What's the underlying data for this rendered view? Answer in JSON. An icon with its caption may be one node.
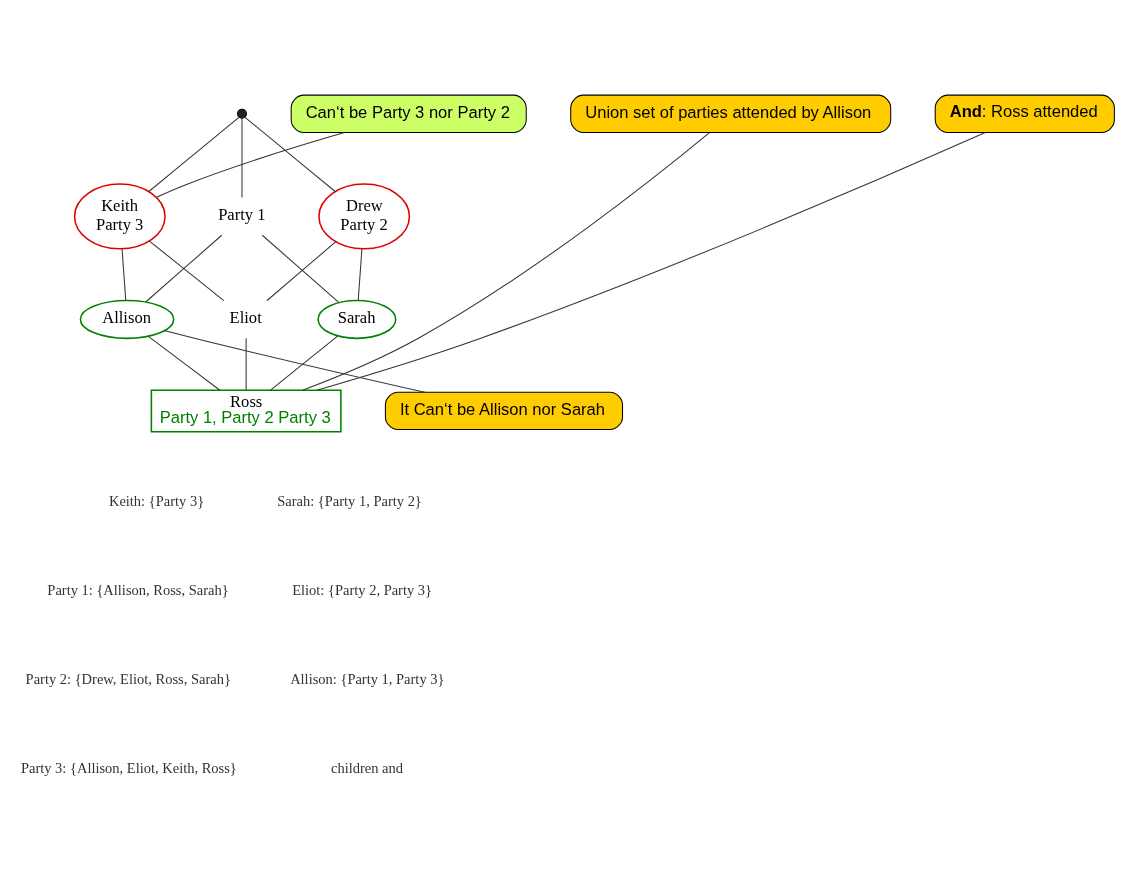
{
  "diagram": {
    "nodes": [
      {
        "text": [],
        "shape": "circle"
      },
      {
        "text": [
          "Keith",
          "Party 3"
        ]
      },
      {
        "text": [
          "Party 1"
        ]
      },
      {
        "text": [
          "Drew",
          "Party 2"
        ]
      },
      {
        "text": [
          "Allison"
        ]
      },
      {
        "text": [
          "Eliot"
        ]
      },
      {
        "text": [
          "Sarah"
        ]
      },
      {
        "text": [
          "Ross",
          "Party 1, Party 2 Party 3"
        ]
      },
      {
        "text": [
          "Can‘t be Party 3 nor Party 2"
        ]
      },
      {
        "text": [
          "It Can‘t be Allison nor Sarah"
        ]
      },
      {
        "text": [
          "Union set of parties attended by Allison"
        ]
      },
      {
        "text": [
          "**And**: Ross attended"
        ]
      }
    ],
    "edges": [
      {
        "from": 0,
        "to": 1,
        "arrow": "none"
      },
      {
        "from": 0,
        "to": 2,
        "arrow": "none"
      },
      {
        "from": 0,
        "to": 3,
        "arrow": "none"
      },
      {
        "from": 1,
        "to": 4,
        "arrow": "none"
      },
      {
        "from": 1,
        "to": 5,
        "arrow": "none"
      },
      {
        "from": 2,
        "to": 4,
        "arrow": "none"
      },
      {
        "from": 2,
        "to": 6,
        "arrow": "none"
      },
      {
        "from": 3,
        "to": 5,
        "arrow": "none"
      },
      {
        "from": 3,
        "to": 6,
        "arrow": "none"
      },
      {
        "from": 4,
        "to": 7,
        "arrow": "none"
      },
      {
        "from": 5,
        "to": 7,
        "arrow": "none"
      },
      {
        "from": 6,
        "to": 7,
        "arrow": "none"
      },
      {
        "from": 8,
        "to": 1,
        "arrow": "none"
      },
      {
        "from": 9,
        "to": 4,
        "arrow": "none"
      },
      {
        "from": 10,
        "to": 7,
        "arrow": "none"
      },
      {
        "from": 11,
        "to": 7,
        "arrow": "none"
      }
    ],
    "labels": [
      "Keith: {Party 3}",
      "Sarah: {Party 1, Party 2}",
      "Party 1: {Allison, Ross, Sarah}",
      "Eliot: {Party 2, Party 3}",
      "Party 2: {Drew, Eliot, Ross, Sarah}",
      "Allison: {Party 1, Party 3}",
      "Party 3: {Allison, Eliot, Keith, Ross}",
      "children and"
    ]
  }
}
